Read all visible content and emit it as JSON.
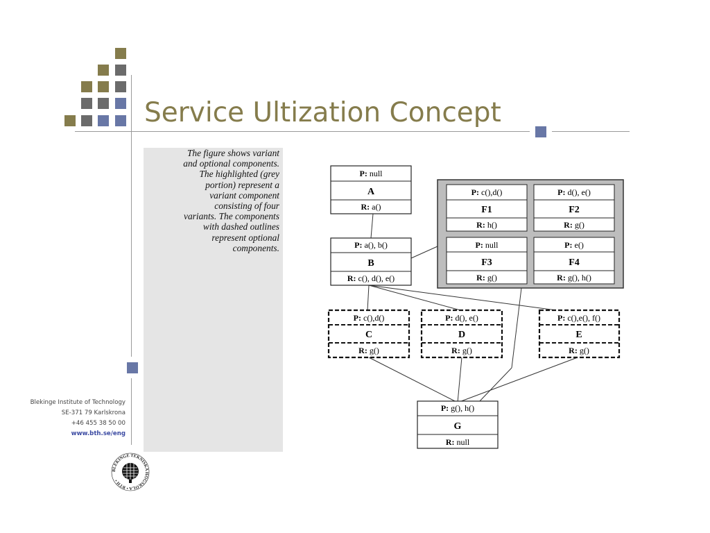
{
  "slide": {
    "title": "Service Ultization Concept",
    "caption": "The figure shows variant and optional components. The highlighted (grey portion) represent a variant component consisting of four variants. The components with dashed outlines represent optional components.",
    "caption_lines": [
      "The figure shows variant",
      "and optional components.",
      "The highlighted (grey",
      "portion) represent a",
      "variant component",
      "consisting of four",
      "variants. The components",
      "with dashed outlines",
      "represent optional",
      "components."
    ],
    "footer": {
      "institute": "Blekinge Institute of Technology",
      "address": "SE-371 79 Karlskrona",
      "phone": "+46 455 38 50 00",
      "web": "www.bth.se/eng"
    },
    "logo_text": "BLEKINGE TEKNISKA HÖGSKOLA • BTH •",
    "colors": {
      "olive": "#857c4c",
      "gray": "#6b6b6b",
      "blue": "#6877a6",
      "variant_bg": "#bdbdbd"
    }
  },
  "diagram": {
    "components": {
      "A": {
        "name": "A",
        "provides": "null",
        "requires": "a()",
        "style": "solid"
      },
      "B": {
        "name": "B",
        "provides": "a(), b()",
        "requires": "c(), d(), e()",
        "style": "solid"
      },
      "F1": {
        "name": "F1",
        "provides": "c(),d()",
        "requires": "h()",
        "style": "variant"
      },
      "F2": {
        "name": "F2",
        "provides": "d(), e()",
        "requires": "g()",
        "style": "variant"
      },
      "F3": {
        "name": "F3",
        "provides": "null",
        "requires": "g()",
        "style": "variant"
      },
      "F4": {
        "name": "F4",
        "provides": "e()",
        "requires": "g(), h()",
        "style": "variant"
      },
      "C": {
        "name": "C",
        "provides": "c(),d()",
        "requires": "g()",
        "style": "dashed"
      },
      "D": {
        "name": "D",
        "provides": "d(), e()",
        "requires": "g()",
        "style": "dashed"
      },
      "E": {
        "name": "E",
        "provides": "c(),e(), f()",
        "requires": "g()",
        "style": "dashed"
      },
      "G": {
        "name": "G",
        "provides": "g(), h()",
        "requires": "null",
        "style": "solid"
      }
    },
    "p_label": "P:",
    "r_label": "R:",
    "connections": [
      {
        "from": "A",
        "to": "B"
      },
      {
        "from": "B",
        "to": "F"
      },
      {
        "from": "B",
        "to": "C"
      },
      {
        "from": "B",
        "to": "D"
      },
      {
        "from": "B",
        "to": "E"
      },
      {
        "from": "C",
        "to": "G"
      },
      {
        "from": "D",
        "to": "G"
      },
      {
        "from": "E",
        "to": "G"
      },
      {
        "from": "F",
        "to": "G"
      }
    ]
  }
}
